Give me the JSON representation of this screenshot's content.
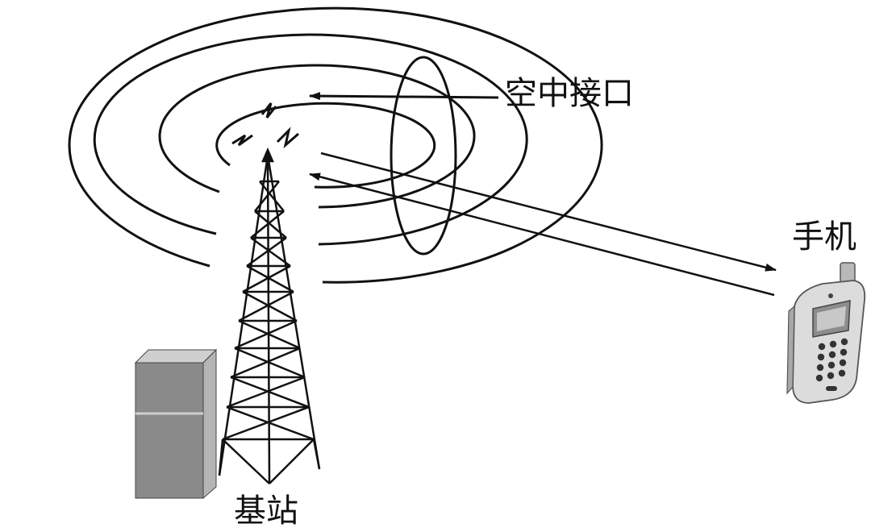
{
  "labels": {
    "air_interface": "空中接口",
    "mobile_phone": "手机",
    "base_station": "基站"
  },
  "colors": {
    "line": "#111111",
    "cabinet_face": "#8a8a8a",
    "cabinet_side": "#b5b5b5",
    "cabinet_top": "#cfcfcf",
    "phone_body": "#dcdcdc",
    "phone_screen": "#8d8d8d",
    "phone_key": "#333333"
  },
  "icons": {
    "tower": "antenna-tower-icon",
    "cabinet": "equipment-cabinet-icon",
    "phone": "mobile-phone-icon"
  }
}
